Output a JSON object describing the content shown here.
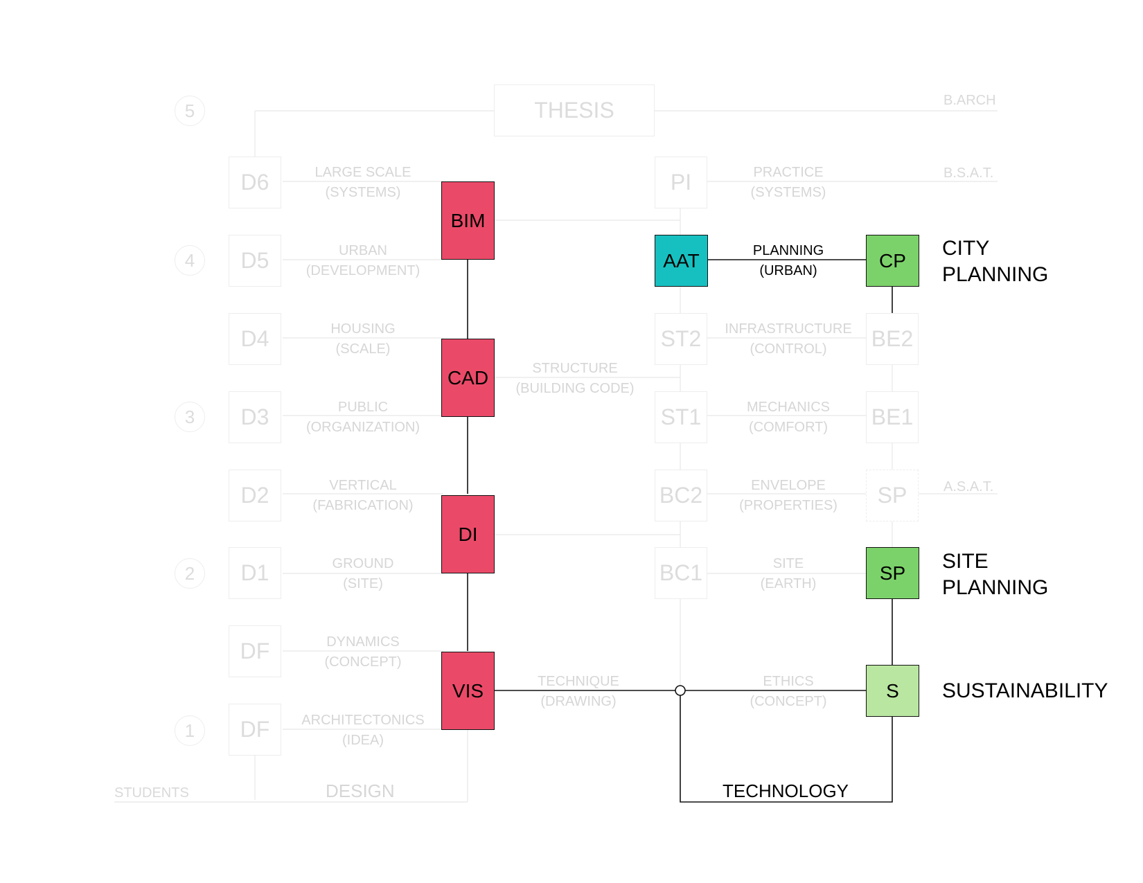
{
  "years": [
    "5",
    "4",
    "3",
    "2",
    "1"
  ],
  "thesis": "THESIS",
  "degrees": [
    "B.ARCH",
    "B.S.A.T.",
    "A.S.A.T."
  ],
  "design_boxes": [
    "D6",
    "D5",
    "D4",
    "D3",
    "D2",
    "D1",
    "DF",
    "DF"
  ],
  "design_labels": [
    [
      "LARGE SCALE",
      "(SYSTEMS)"
    ],
    [
      "URBAN",
      "(DEVELOPMENT)"
    ],
    [
      "HOUSING",
      "(SCALE)"
    ],
    [
      "PUBLIC",
      "(ORGANIZATION)"
    ],
    [
      "VERTICAL",
      "(FABRICATION)"
    ],
    [
      "GROUND",
      "(SITE)"
    ],
    [
      "DYNAMICS",
      "(CONCEPT)"
    ],
    [
      "ARCHITECTONICS",
      "(IDEA)"
    ]
  ],
  "media_boxes": [
    "BIM",
    "CAD",
    "DI",
    "VIS"
  ],
  "media_labels": {
    "structure": [
      "STRUCTURE",
      "(BUILDING CODE)"
    ],
    "technique": [
      "TECHNIQUE",
      "(DRAWING)"
    ]
  },
  "tech_boxes": [
    "PI",
    "AAT",
    "ST2",
    "ST1",
    "BC2",
    "BC1"
  ],
  "tech_labels": [
    [
      "PRACTICE",
      "(SYSTEMS)"
    ],
    [
      "PLANNING",
      "(URBAN)"
    ],
    [
      "INFRASTRUCTURE",
      "(CONTROL)"
    ],
    [
      "MECHANICS",
      "(COMFORT)"
    ],
    [
      "ENVELOPE",
      "(PROPERTIES)"
    ],
    [
      "SITE",
      "(EARTH)"
    ],
    [
      "ETHICS",
      "(CONCEPT)"
    ]
  ],
  "right_boxes": [
    "CP",
    "BE2",
    "BE1",
    "SP",
    "SP",
    "S"
  ],
  "track_labels": {
    "city": [
      "CITY",
      "PLANNING"
    ],
    "site": [
      "SITE",
      "PLANNING"
    ],
    "sustainability": "SUSTAINABILITY"
  },
  "bottom_labels": {
    "students": "STUDENTS",
    "design": "DESIGN",
    "technology": "TECHNOLOGY"
  },
  "colors": {
    "media": "#ea4a68",
    "aat": "#17c0c0",
    "planning": "#7cd26a",
    "sustainability": "#b9e6a0",
    "faint": "#dcdcdc"
  }
}
